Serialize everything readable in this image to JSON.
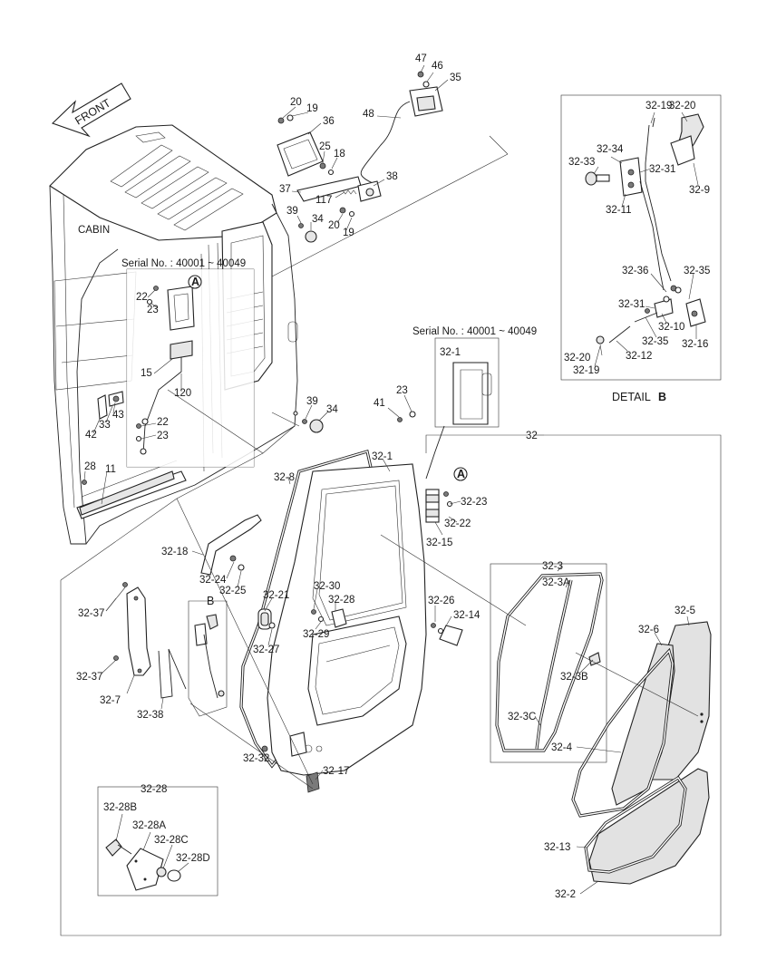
{
  "title": "",
  "front_label": "FRONT",
  "cabin_label": "CABIN",
  "serial_1": "Serial No. : 40001 ~ 40049",
  "serial_2": "Serial No. : 40001 ~ 40049",
  "detail_caption": "DETAIL",
  "detail_letter": "B",
  "ref_a_1": "A",
  "ref_a_2": "A",
  "ref_b": "B",
  "callouts": {
    "c47": "47",
    "c46": "46",
    "c35": "35",
    "c48": "48",
    "c20a": "20",
    "c19a": "19",
    "c36": "36",
    "c25": "25",
    "c18": "18",
    "c38": "38",
    "c37": "37",
    "c117": "117",
    "c39a": "39",
    "c34a": "34",
    "c20b": "20",
    "c19b": "19",
    "c22a": "22",
    "c23a": "23",
    "c15": "15",
    "c120": "120",
    "c43": "43",
    "c33": "33",
    "c42": "42",
    "c22b": "22",
    "c23b": "23",
    "c28": "28",
    "c11": "11",
    "c39b": "39",
    "c34b": "34",
    "c41": "41",
    "c23c": "23",
    "c32": "32",
    "c32_1a": "32-1",
    "c32_1b": "32-1",
    "c32_8": "32-8",
    "c32_23": "32-23",
    "c32_22": "32-22",
    "c32_15": "32-15",
    "c32_18": "32-18",
    "c32_24": "32-24",
    "c32_25": "32-25",
    "c32_37a": "32-37",
    "c32_37b": "32-37",
    "c32_7": "32-7",
    "c32_38": "32-38",
    "c32_21": "32-21",
    "c32_27": "32-27",
    "c32_30": "32-30",
    "c32_28": "32-28",
    "c32_29": "32-29",
    "c32_26": "32-26",
    "c32_14": "32-14",
    "c32_32": "32-32",
    "c32_17": "32-17",
    "c32_3": "32-3",
    "c32_3A": "32-3A",
    "c32_3B": "32-3B",
    "c32_3C": "32-3C",
    "c32_5": "32-5",
    "c32_6": "32-6",
    "c32_4": "32-4",
    "c32_13": "32-13",
    "c32_2": "32-2",
    "c32_28hdr": "32-28",
    "c32_28B": "32-28B",
    "c32_28A": "32-28A",
    "c32_28C": "32-28C",
    "c32_28D": "32-28D",
    "d32_19a": "32-19",
    "d32_20a": "32-20",
    "d32_34": "32-34",
    "d32_33": "32-33",
    "d32_31a": "32-31",
    "d32_9": "32-9",
    "d32_11": "32-11",
    "d32_36": "32-36",
    "d32_35a": "32-35",
    "d32_31b": "32-31",
    "d32_10": "32-10",
    "d32_35b": "32-35",
    "d32_16": "32-16",
    "d32_20b": "32-20",
    "d32_19b": "32-19",
    "d32_12": "32-12"
  }
}
